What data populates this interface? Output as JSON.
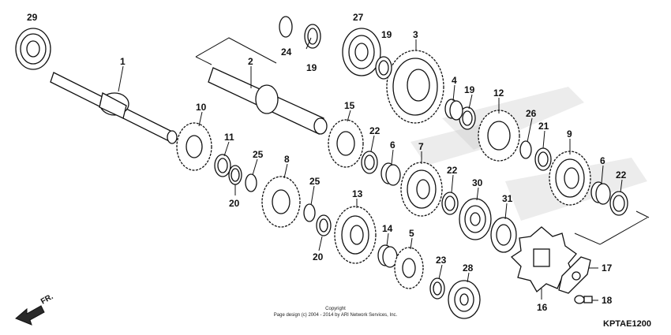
{
  "copyright_line1": "Copyright",
  "copyright_line2": "Page design (c) 2004 - 2014 by ARI Network Services, Inc.",
  "diagram_code": "KPTAE1200",
  "front_arrow_label": "FR.",
  "callouts": [
    {
      "id": "29",
      "text": "29"
    },
    {
      "id": "1",
      "text": "1"
    },
    {
      "id": "2",
      "text": "2"
    },
    {
      "id": "24",
      "text": "24"
    },
    {
      "id": "19a",
      "text": "19"
    },
    {
      "id": "27",
      "text": "27"
    },
    {
      "id": "19b",
      "text": "19"
    },
    {
      "id": "3",
      "text": "3"
    },
    {
      "id": "4",
      "text": "4"
    },
    {
      "id": "19c",
      "text": "19"
    },
    {
      "id": "12",
      "text": "12"
    },
    {
      "id": "26",
      "text": "26"
    },
    {
      "id": "21",
      "text": "21"
    },
    {
      "id": "9",
      "text": "9"
    },
    {
      "id": "6b",
      "text": "6"
    },
    {
      "id": "22c",
      "text": "22"
    },
    {
      "id": "10",
      "text": "10"
    },
    {
      "id": "11",
      "text": "11"
    },
    {
      "id": "15",
      "text": "15"
    },
    {
      "id": "22a",
      "text": "22"
    },
    {
      "id": "6a",
      "text": "6"
    },
    {
      "id": "7",
      "text": "7"
    },
    {
      "id": "22b",
      "text": "22"
    },
    {
      "id": "30",
      "text": "30"
    },
    {
      "id": "31",
      "text": "31"
    },
    {
      "id": "25a",
      "text": "25"
    },
    {
      "id": "8",
      "text": "8"
    },
    {
      "id": "25b",
      "text": "25"
    },
    {
      "id": "20a",
      "text": "20"
    },
    {
      "id": "13",
      "text": "13"
    },
    {
      "id": "20b",
      "text": "20"
    },
    {
      "id": "14",
      "text": "14"
    },
    {
      "id": "5",
      "text": "5"
    },
    {
      "id": "23",
      "text": "23"
    },
    {
      "id": "28",
      "text": "28"
    },
    {
      "id": "16",
      "text": "16"
    },
    {
      "id": "17",
      "text": "17"
    },
    {
      "id": "18",
      "text": "18"
    }
  ]
}
